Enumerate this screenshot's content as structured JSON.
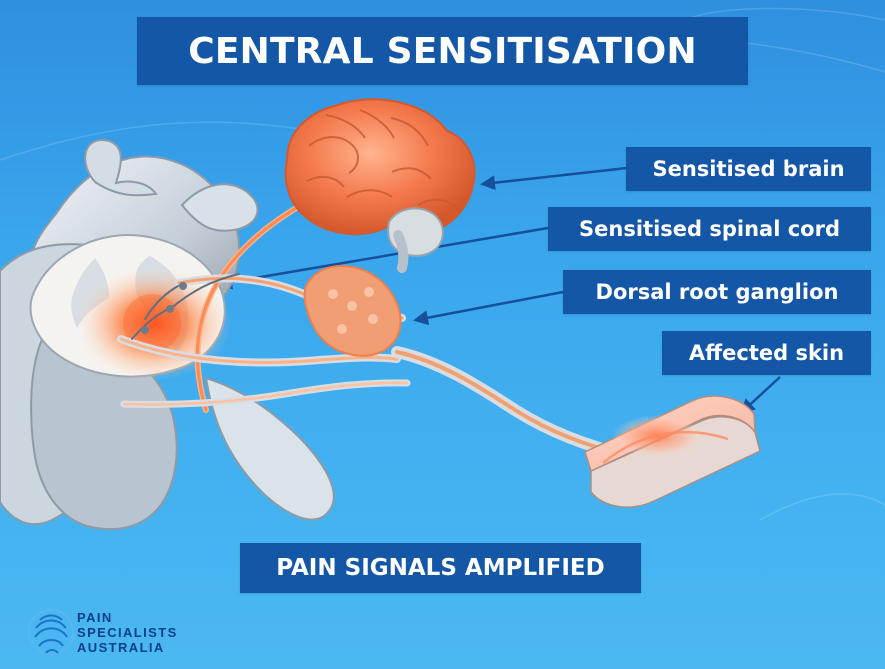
{
  "title": "CENTRAL SENSITISATION",
  "labels": {
    "brain": "Sensitised brain",
    "spinal_cord": "Sensitised spinal cord",
    "drg": "Dorsal root ganglion",
    "skin": "Affected skin"
  },
  "bottom_caption": "PAIN SIGNALS AMPLIFIED",
  "logo": {
    "line1": "PAIN",
    "line2": "SPECIALISTS",
    "line3": "AUSTRALIA"
  },
  "colors": {
    "background": "#39a5ec",
    "label_box": "#1557a7",
    "label_text": "#ffffff",
    "brain": "#f47a4d",
    "pain_glow": "#ff6a2d",
    "nerve": "#f2a070",
    "bone": "#b8c4cf",
    "arrow": "#174f9b",
    "logo_text": "#0b3f88"
  }
}
